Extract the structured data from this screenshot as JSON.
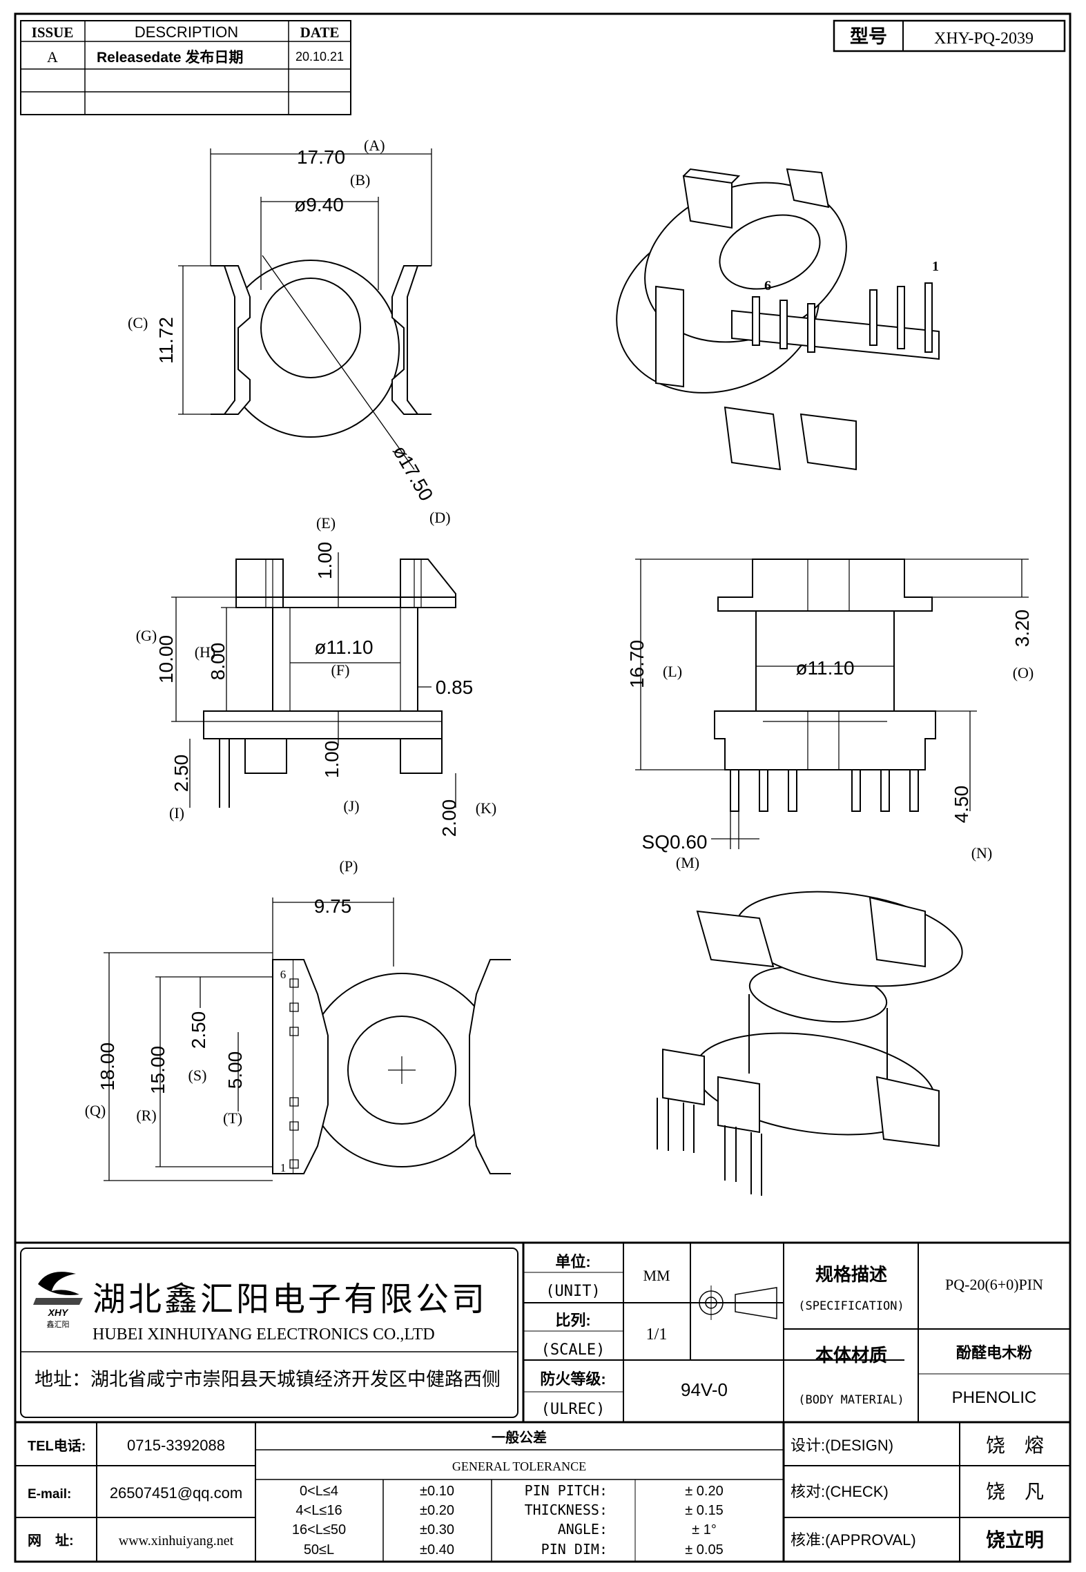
{
  "revision_table": {
    "headers": {
      "issue": "ISSUE",
      "description": "DESCRIPTION",
      "date": "DATE"
    },
    "rows": [
      {
        "issue": "A",
        "description": "Releasedate 发布日期",
        "date": "20.10.21"
      }
    ]
  },
  "model_box": {
    "label": "型号",
    "value": "XHY-PQ-2039"
  },
  "top_view": {
    "dims": {
      "width": "17.70",
      "bore": "ø9.40",
      "height": "11.72",
      "outer": "ø17.50"
    },
    "refs": {
      "a": "(A)",
      "b": "(B)",
      "c": "(C)",
      "d": "(D)"
    }
  },
  "iso_top": {
    "pin_first": "1",
    "pin_last": "6"
  },
  "front_view": {
    "dims": {
      "flange_top": "1.00",
      "core": "ø11.10",
      "wall": "0.85",
      "total": "10.00",
      "inner": "8.00",
      "base": "1.00",
      "pin_len": "2.50",
      "pin_tip": "2.00"
    },
    "refs": {
      "e": "(E)",
      "f": "(F)",
      "g": "(G)",
      "h": "(H)",
      "i": "(I)",
      "j": "(J)",
      "k": "(K)"
    }
  },
  "side_view": {
    "dims": {
      "height": "16.70",
      "core": "ø11.10",
      "top": "3.20",
      "pin": "SQ0.60",
      "pin_len": "4.50"
    },
    "refs": {
      "l": "(L)",
      "m": "(M)",
      "n": "(N)",
      "o": "(O)"
    }
  },
  "bottom_view": {
    "dims": {
      "width": "9.75",
      "total": "18.00",
      "pitch_span": "15.00",
      "pitch": "2.50",
      "gap": "5.00"
    },
    "refs": {
      "p": "(P)",
      "q": "(Q)",
      "r": "(R)",
      "s": "(S)",
      "t": "(T)"
    },
    "pin_first": "1",
    "pin_last": "6"
  },
  "company": {
    "name_cn": "湖北鑫汇阳电子有限公司",
    "name_en": "HUBEI XINHUIYANG ELECTRONICS CO.,LTD",
    "address": "地址：湖北省咸宁市崇阳县天城镇经济开发区中健路西侧",
    "logo_text": "XHY",
    "logo_sub": "鑫汇阳"
  },
  "title_block": {
    "unit_label": "单位:",
    "unit_label_en": "(UNIT)",
    "unit_value": "MM",
    "scale_label": "比列:",
    "scale_label_en": "(SCALE)",
    "scale_value": "1/1",
    "fire_label": "防火等级:",
    "fire_label_en": "(ULREC)",
    "fire_value": "94V-0",
    "spec_label": "规格描述",
    "spec_label_en": "(SPECIFICATION)",
    "spec_value": "PQ-20(6+0)PIN",
    "material_label": "本体材质",
    "material_label_en": "(BODY MATERIAL)",
    "material_value_cn": "酚醛电木粉",
    "material_value_en": "PHENOLIC"
  },
  "contact": {
    "tel_label": "TEL电话:",
    "tel": "0715-3392088",
    "email_label": "E-mail:",
    "email": "26507451@qq.com",
    "web_label": "网　址:",
    "web": "www.xinhuiyang.net"
  },
  "tolerance": {
    "title_cn": "一般公差",
    "title_en": "GENERAL TOLERANCE",
    "ranges": [
      {
        "range": "0<L≤4",
        "tol": "±0.10"
      },
      {
        "range": "4<L≤16",
        "tol": "±0.20"
      },
      {
        "range": "16<L≤50",
        "tol": "±0.30"
      },
      {
        "range": "50≤L",
        "tol": "±0.40"
      }
    ],
    "params": [
      {
        "name": "PIN PITCH:",
        "value": "± 0.20"
      },
      {
        "name": "THICKNESS:",
        "value": "± 0.15"
      },
      {
        "name": "ANGLE:",
        "value": "± 1°"
      },
      {
        "name": "PIN DIM:",
        "value": "± 0.05"
      }
    ]
  },
  "approvals": [
    {
      "label": "设计:(DESIGN)",
      "name": "饶　熔"
    },
    {
      "label": "核对:(CHECK)",
      "name": "饶　凡"
    },
    {
      "label": "核准:(APPROVAL)",
      "name": "饶立明"
    }
  ]
}
